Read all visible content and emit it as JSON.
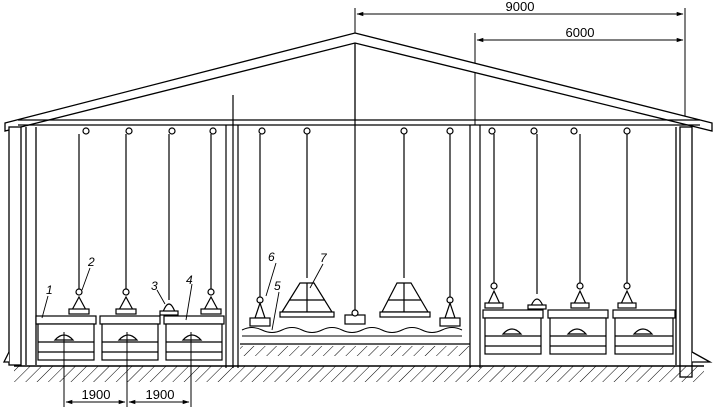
{
  "dimensions": {
    "span_total": "9000",
    "span_right_section": "6000",
    "spacing_first": "1900",
    "spacing_second": "1900"
  },
  "callouts": [
    "1",
    "2",
    "3",
    "4",
    "5",
    "6",
    "7"
  ]
}
